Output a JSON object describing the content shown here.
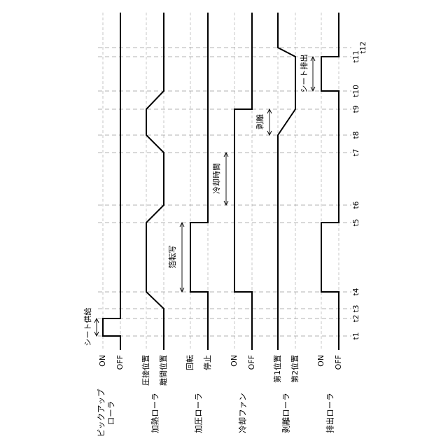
{
  "rows": [
    {
      "id": "pickup",
      "name_lines": [
        "ピックアップ",
        "ローラ"
      ],
      "on": "ON",
      "off": "OFF"
    },
    {
      "id": "heat",
      "name_lines": [
        "加熱ローラ"
      ],
      "on": "圧接位置",
      "off": "離間位置"
    },
    {
      "id": "press",
      "name_lines": [
        "加圧ローラ"
      ],
      "on": "回転",
      "off": "停止"
    },
    {
      "id": "fan",
      "name_lines": [
        "冷却ファン"
      ],
      "on": "ON",
      "off": "OFF"
    },
    {
      "id": "peel",
      "name_lines": [
        "剥離ローラ"
      ],
      "on": "第1位置",
      "off": "第2位置"
    },
    {
      "id": "eject",
      "name_lines": [
        "排出ローラ"
      ],
      "on": "ON",
      "off": "OFF"
    }
  ],
  "times": [
    "t1",
    "t2",
    "t3",
    "t4",
    "t5",
    "t6",
    "t7",
    "t8",
    "t9",
    "t10",
    "t11",
    "t12"
  ],
  "annotations": {
    "sheet_feed": "シート供給",
    "foil_transfer": "箔転写",
    "cooling_time": "冷却時間",
    "peel": "剥離",
    "sheet_eject": "シート排出"
  }
}
